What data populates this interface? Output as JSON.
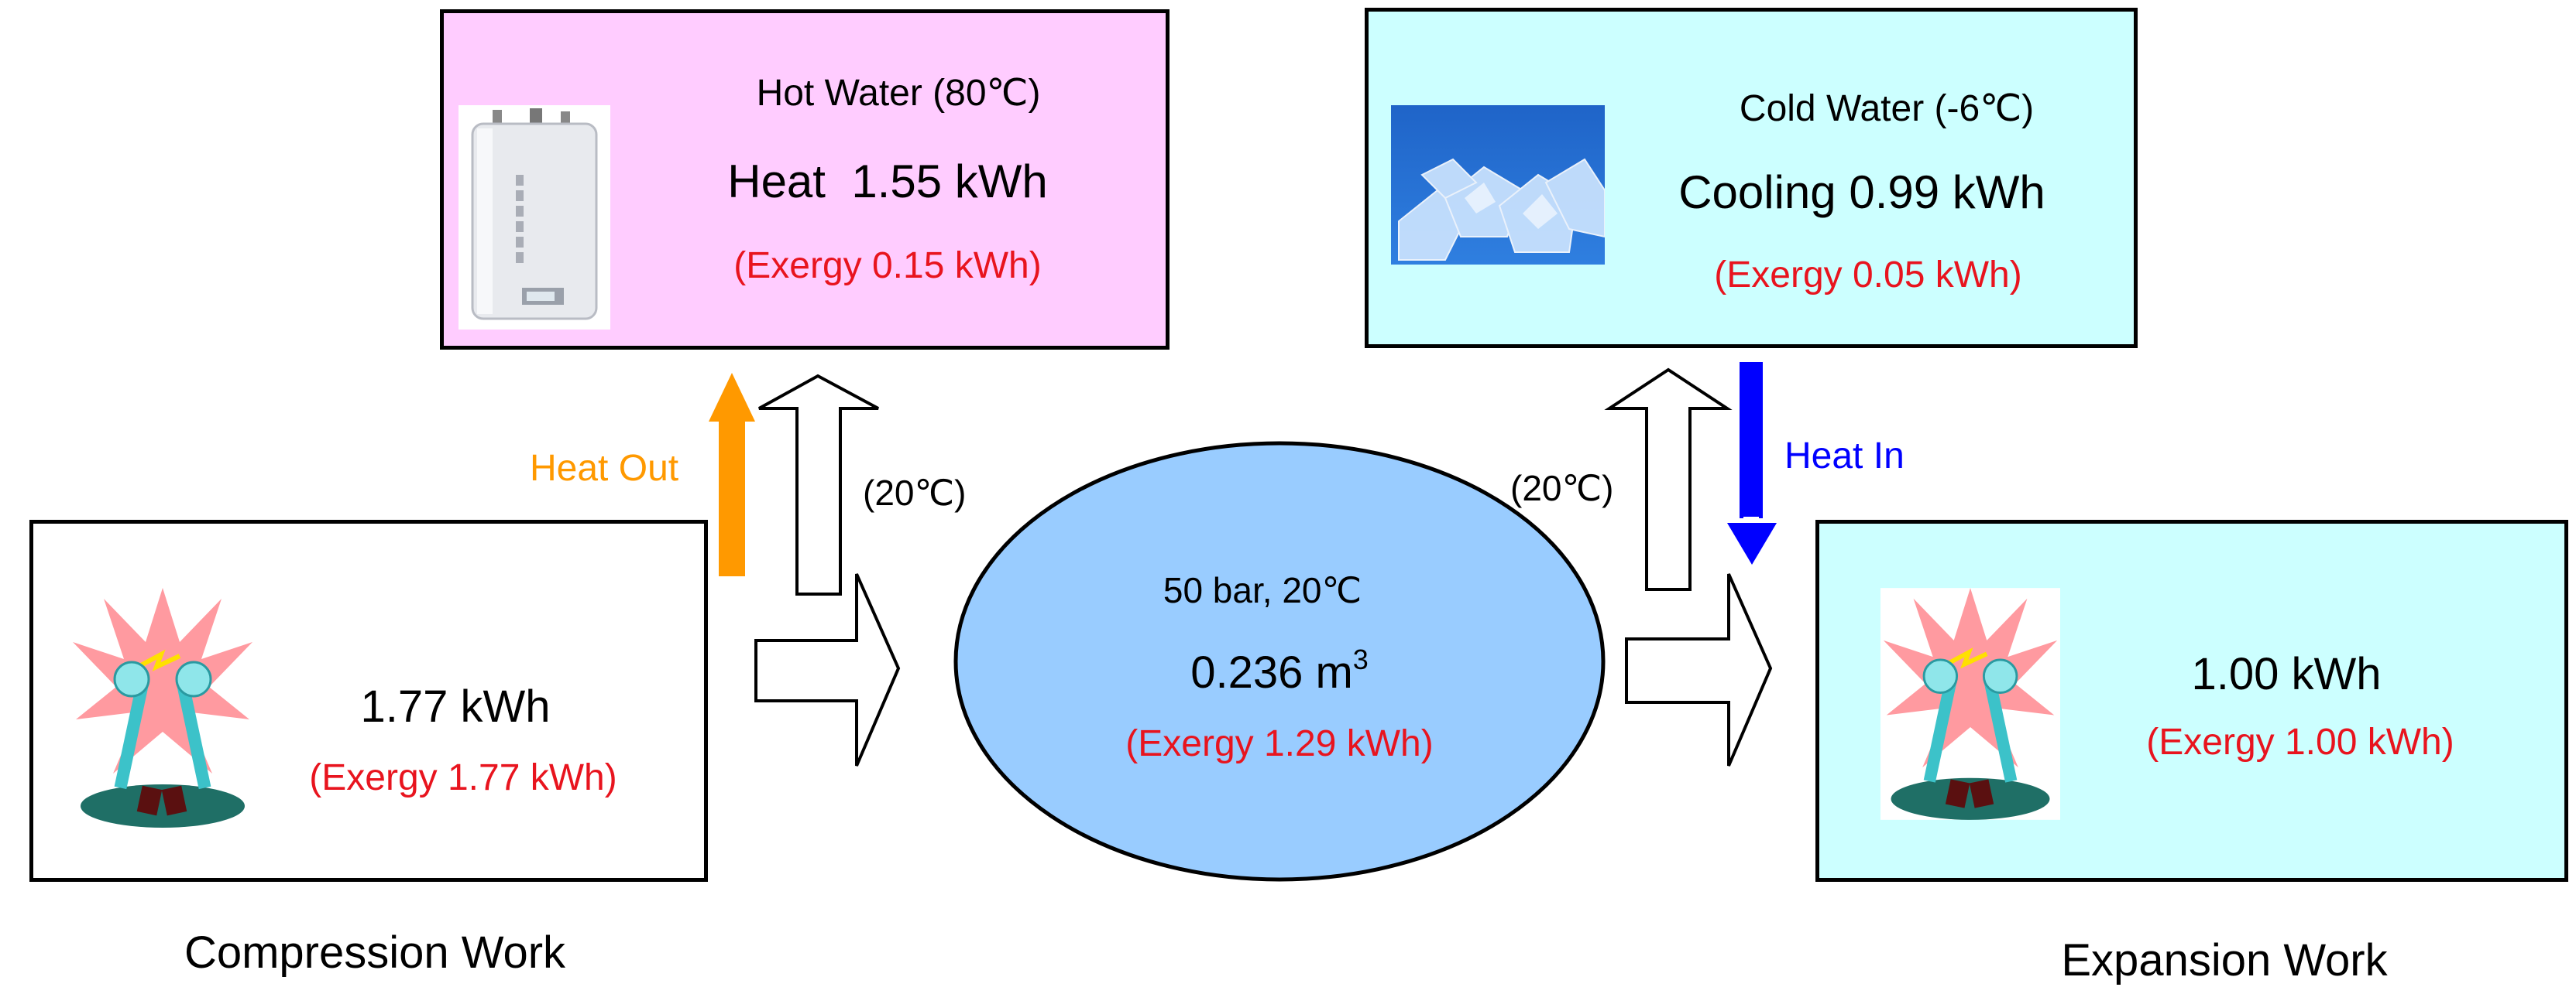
{
  "colors": {
    "hot_box": "#ffccff",
    "cold_box": "#ccffff",
    "expansion_box": "#ccffff",
    "tank": "#99ccff",
    "heat_out_arrow": "#ff9900",
    "heat_in_arrow": "#0000ff",
    "exergy_text": "#e8141e"
  },
  "hot_water": {
    "title": "Hot Water (80℃)",
    "value": "Heat  1.55 kWh",
    "exergy": "(Exergy 0.15 kWh)",
    "icon": "water-heater-icon"
  },
  "cold_water": {
    "title": "Cold Water (-6℃)",
    "value": "Cooling 0.99 kWh",
    "exergy": "(Exergy 0.05 kWh)",
    "icon": "ice-icon"
  },
  "compression": {
    "value": "1.77 kWh",
    "exergy": "(Exergy 1.77 kWh)",
    "caption": "Compression Work",
    "icon": "electric-spark-icon"
  },
  "expansion": {
    "value": "1.00 kWh",
    "exergy": "(Exergy 1.00 kWh)",
    "caption": "Expansion Work",
    "icon": "electric-spark-icon"
  },
  "tank": {
    "state": "50 bar, 20℃",
    "volume": "0.236 m",
    "volume_sup": "3",
    "exergy": "(Exergy 1.29 kWh)"
  },
  "labels": {
    "heat_out": "Heat Out",
    "heat_in": "Heat In",
    "temp_left": "(20℃)",
    "temp_right": "(20℃)"
  }
}
